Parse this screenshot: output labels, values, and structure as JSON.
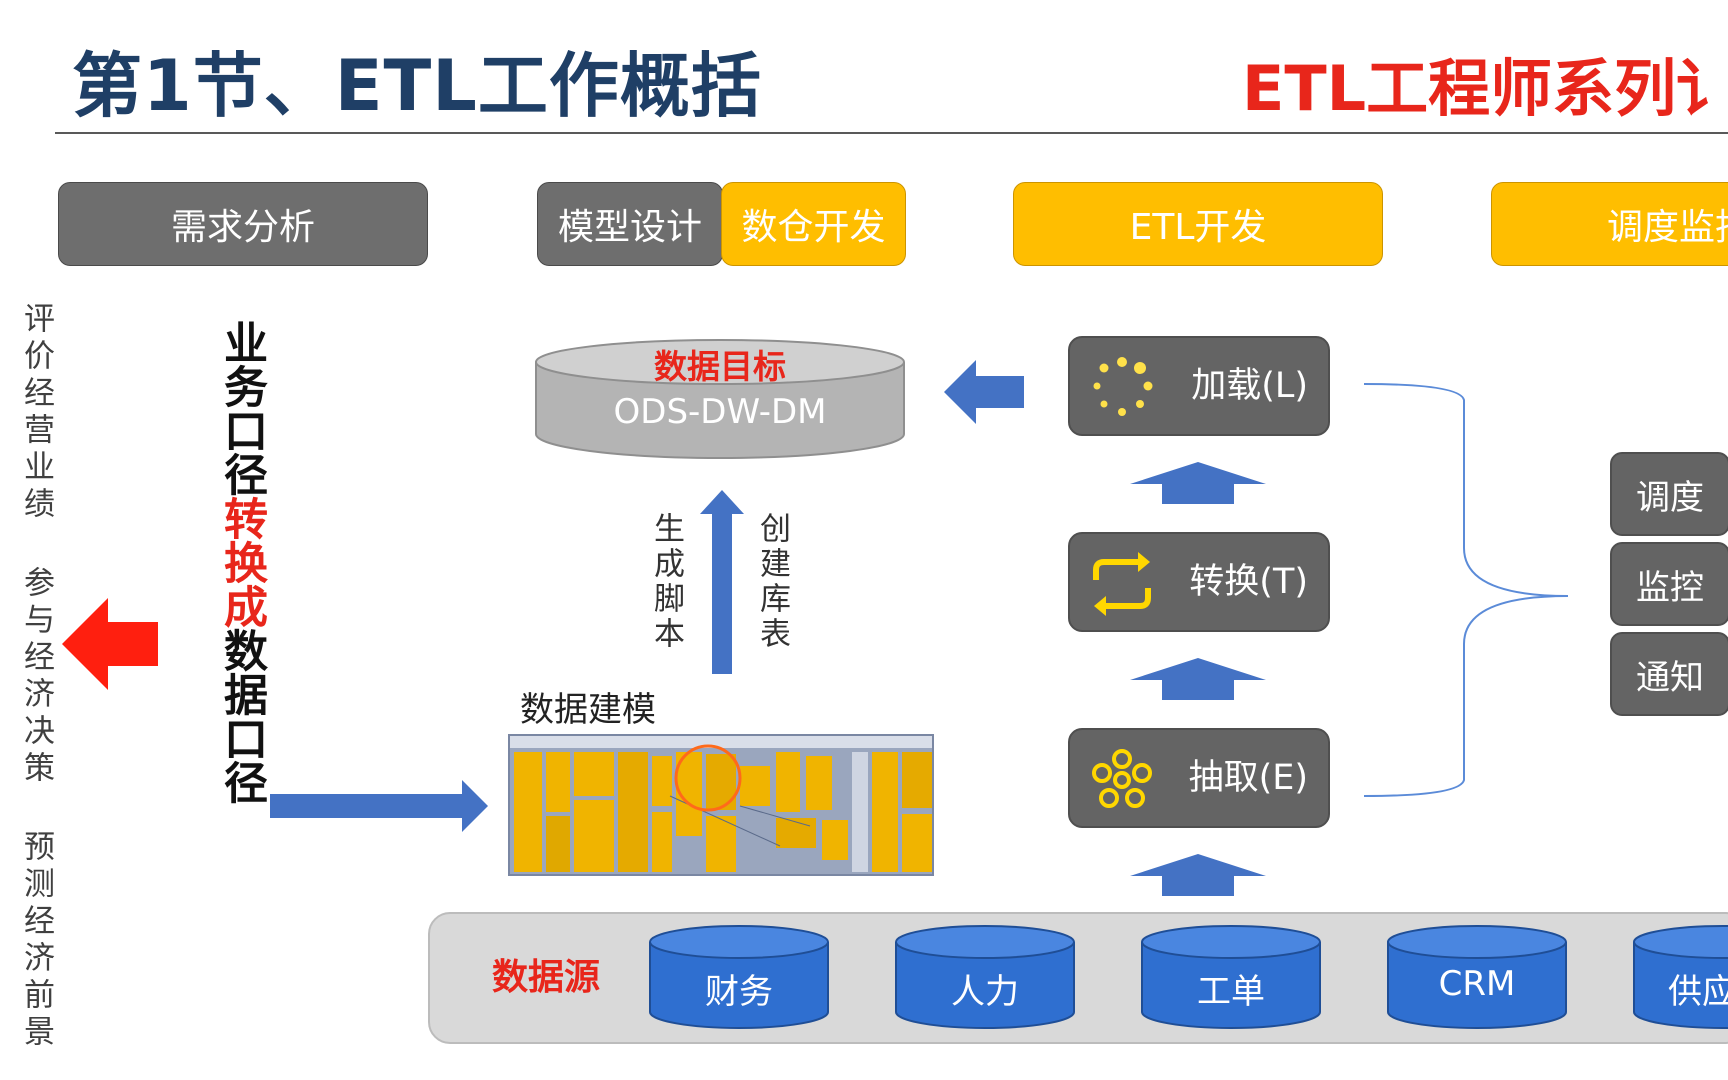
{
  "header": {
    "title": "第1节、ETL工作概括",
    "series_title": "ETL工程师系列讠"
  },
  "phases": {
    "requirement": "需求分析",
    "model_design": "模型设计",
    "warehouse_dev": "数仓开发",
    "etl_dev": "ETL开发",
    "schedule_monitor": "调度监拄"
  },
  "left": {
    "side_text": "评价经营业绩 参与经济决策 预测经济前景",
    "biz_a": "业务口径",
    "biz_b": "转换成",
    "biz_c": "数据口径"
  },
  "target": {
    "label": "数据目标",
    "layers": "ODS-DW-DM"
  },
  "modeling": {
    "gen_script": "生成脚本",
    "create_table": "创建库表",
    "label": "数据建模"
  },
  "etl_steps": {
    "load": "加载(L)",
    "transform": "转换(T)",
    "extract": "抽取(E)"
  },
  "schedule": {
    "dispatch": "调度",
    "monitor": "监控",
    "notify": "通知"
  },
  "sources": {
    "label": "数据源",
    "items": [
      "财务",
      "人力",
      "工单",
      "CRM",
      "供应"
    ]
  },
  "colors": {
    "accent_gold": "#ffbe00",
    "box_gray": "#646464",
    "arrow_blue": "#4472c4",
    "highlight_red": "#e8261b",
    "title_navy": "#1f3f66"
  }
}
